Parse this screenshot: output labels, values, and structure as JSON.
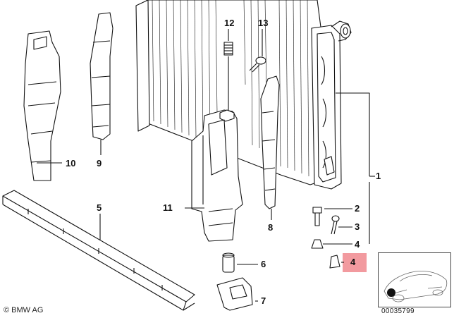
{
  "diagram": {
    "callouts": [
      {
        "id": "c1",
        "label": "1"
      },
      {
        "id": "c2",
        "label": "2"
      },
      {
        "id": "c3",
        "label": "3"
      },
      {
        "id": "c4a",
        "label": "4"
      },
      {
        "id": "c4b",
        "label": "4"
      },
      {
        "id": "c5",
        "label": "5"
      },
      {
        "id": "c6",
        "label": "6"
      },
      {
        "id": "c7",
        "label": "7"
      },
      {
        "id": "c8",
        "label": "8"
      },
      {
        "id": "c9",
        "label": "9"
      },
      {
        "id": "c10",
        "label": "10"
      },
      {
        "id": "c11",
        "label": "11"
      },
      {
        "id": "c12",
        "label": "12"
      },
      {
        "id": "c13",
        "label": "13"
      }
    ],
    "highlight_color": "#f29a9f"
  },
  "footer": {
    "brand": "© BMW AG",
    "drawing_code": "00035799"
  }
}
